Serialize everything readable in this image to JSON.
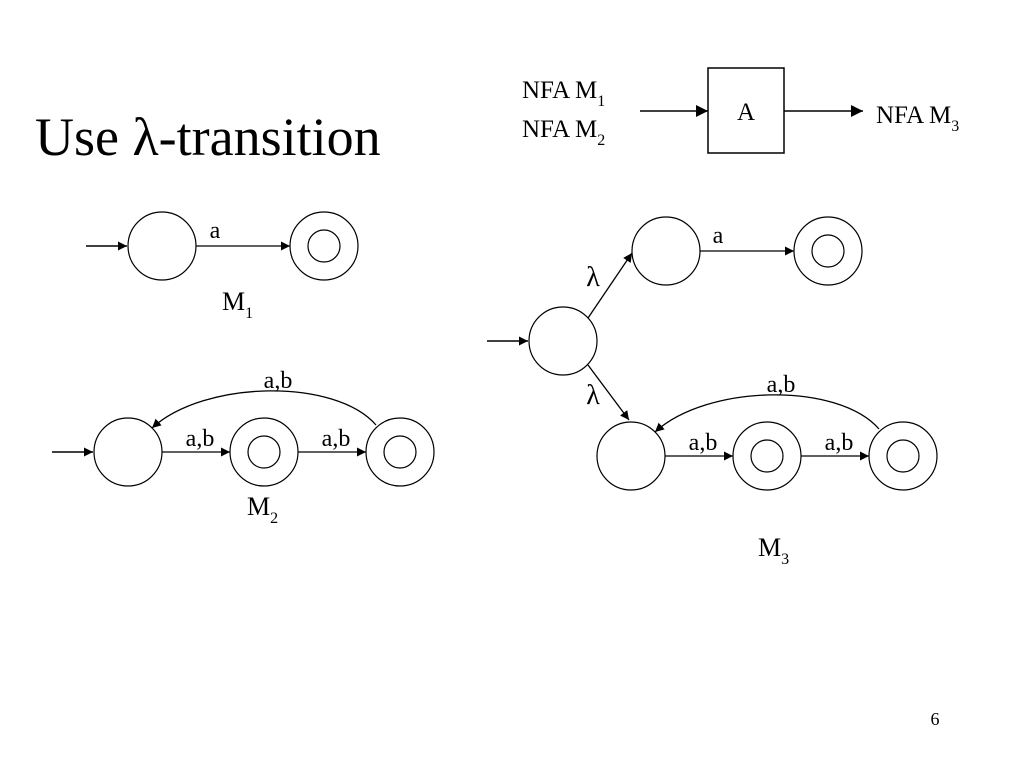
{
  "title": {
    "prefix": "Use ",
    "symbol": "λ",
    "suffix": "-transition"
  },
  "flow": {
    "input1": {
      "text": "NFA M",
      "sub": "1"
    },
    "input2": {
      "text": "NFA M",
      "sub": "2"
    },
    "box": "A",
    "output": {
      "text": "NFA M",
      "sub": "3"
    }
  },
  "m1": {
    "name": {
      "text": "M",
      "sub": "1"
    },
    "edge_a": "a"
  },
  "m2": {
    "name": {
      "text": "M",
      "sub": "2"
    },
    "edge_1": "a,b",
    "edge_2": "a,b",
    "edge_back": "a,b"
  },
  "m3": {
    "name": {
      "text": "M",
      "sub": "3"
    },
    "lambda_top": "λ",
    "lambda_bottom": "λ",
    "edge_a": "a",
    "edge_1": "a,b",
    "edge_2": "a,b",
    "edge_back": "a,b"
  },
  "page_number": "6"
}
